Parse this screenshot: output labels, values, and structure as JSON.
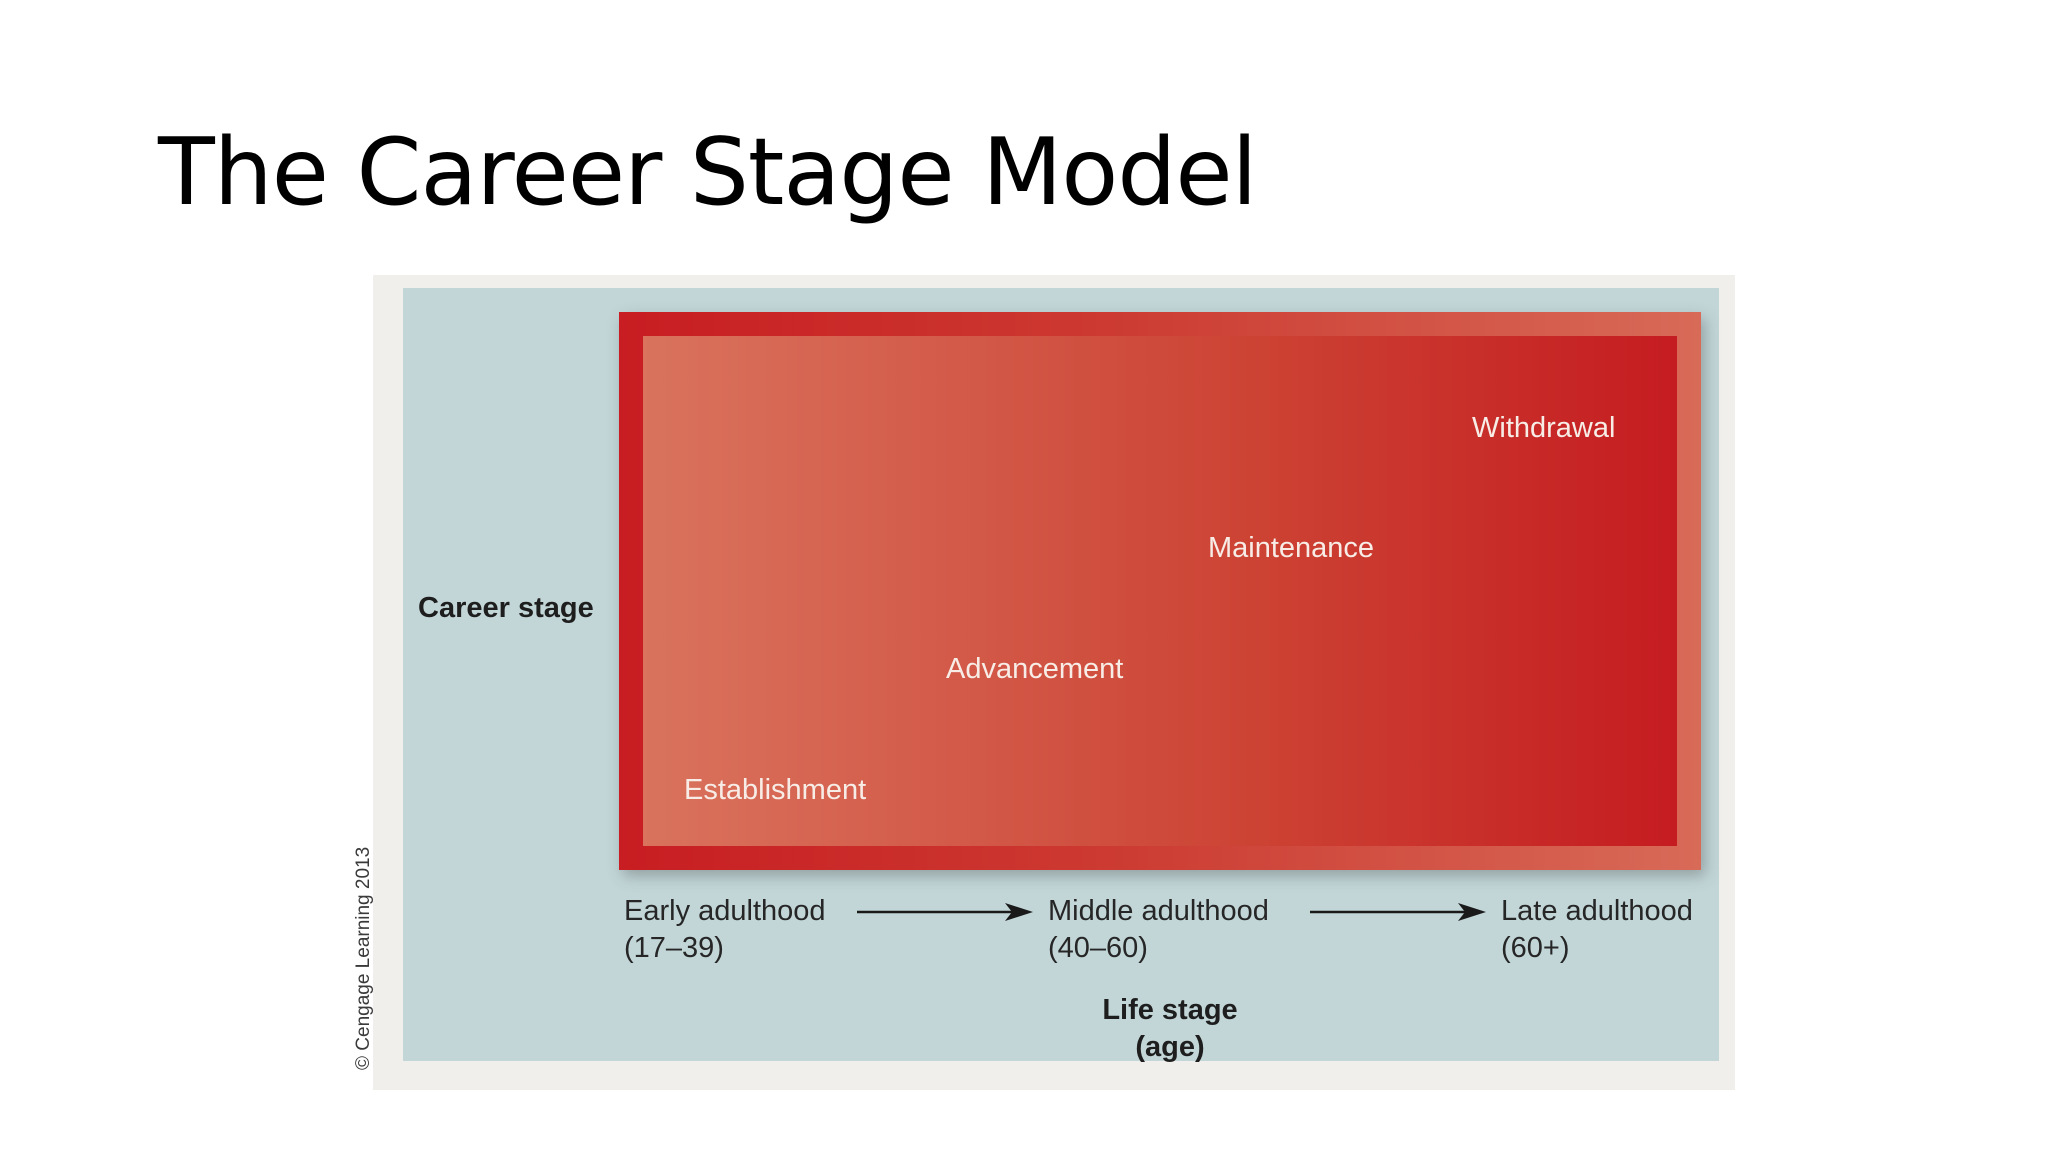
{
  "slide": {
    "title": "The Career Stage Model"
  },
  "diagram": {
    "y_axis_label": "Career stage",
    "x_axis_label_line1": "Life stage",
    "x_axis_label_line2": "(age)",
    "career_stages": [
      "Establishment",
      "Advancement",
      "Maintenance",
      "Withdrawal"
    ],
    "life_stages": [
      {
        "name": "Early adulthood",
        "ages": "(17–39)"
      },
      {
        "name": "Middle adulthood",
        "ages": "(40–60)"
      },
      {
        "name": "Late adulthood",
        "ages": "(60+)"
      }
    ],
    "copyright": "© Cengage Learning 2013",
    "colors": {
      "panel": "#c2d6d8",
      "frame": "#f1efeb",
      "deep_red": "#c51c21",
      "light_red": "#d9735d"
    }
  }
}
